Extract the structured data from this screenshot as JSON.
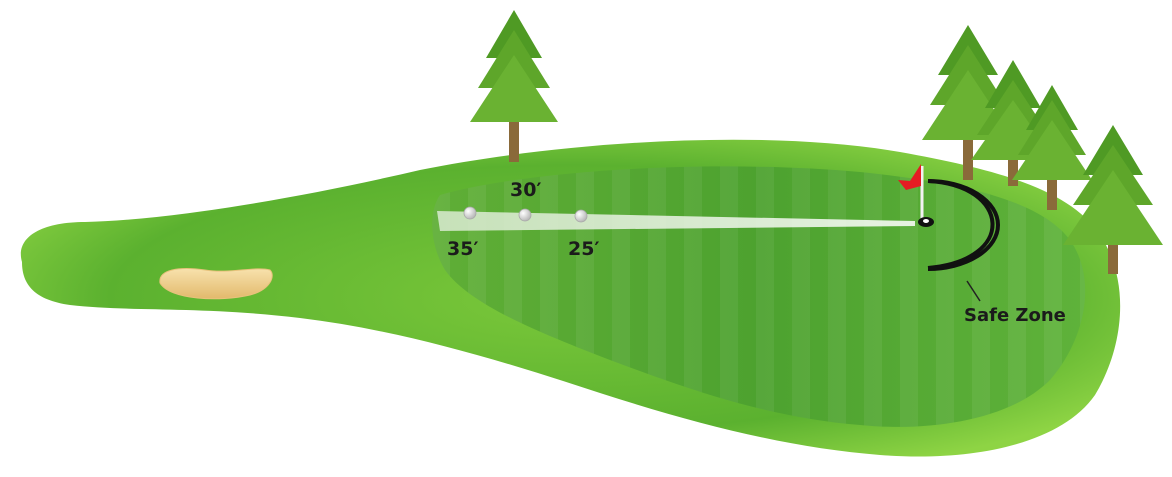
{
  "distances": {
    "d30": "30′",
    "d35": "35′",
    "d25": "25′"
  },
  "zone": {
    "label": "Safe Zone"
  },
  "colors": {
    "fairway_dark": "#3fa32b",
    "fairway_light": "#8fd13f",
    "green": "#63b53a",
    "sand": "#f3d79a",
    "trunk": "#8a6a3a",
    "tree": "#5f9b2b",
    "flag": "#e51c23",
    "text": "#1b1b1b"
  },
  "icons": [
    "pine-tree-icon",
    "flag-icon",
    "golf-ball-icon",
    "cup-hole-icon",
    "sand-bunker-icon"
  ]
}
